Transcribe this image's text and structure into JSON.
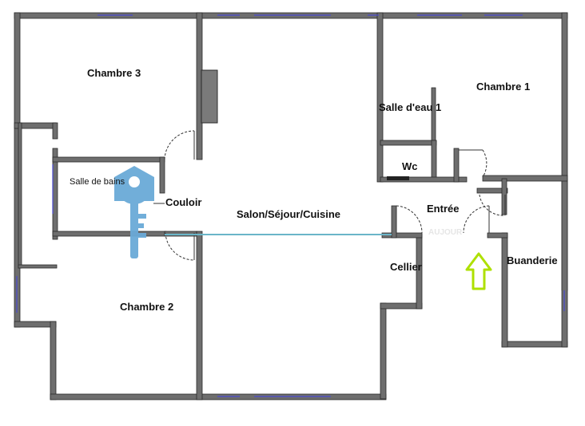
{
  "plan": {
    "rooms": {
      "chambre3": "Chambre 3",
      "chambre2": "Chambre 2",
      "chambre1": "Chambre 1",
      "salle_de_bains": "Salle de bains",
      "salle_eau": "Salle d'eau 1",
      "wc": "Wc",
      "couloir": "Couloir",
      "salon": "Salon/Séjour/Cuisine",
      "entree": "Entrée",
      "cellier": "Cellier",
      "buanderie": "Buanderie"
    },
    "colors": {
      "wall": "#6e6e6e",
      "wall_outline": "#2b2b2b",
      "window": "#4a4ad0",
      "door_swing": "#333333",
      "chimney": "#7a7a7a",
      "key_icon": "#6aaad8",
      "entry_arrow_fill": "#ffffff",
      "entry_arrow_stroke": "#aee000",
      "partition_line": "#6ab5c8"
    },
    "icons": {
      "key": "key-icon",
      "entry": "arrow-up-icon"
    }
  }
}
